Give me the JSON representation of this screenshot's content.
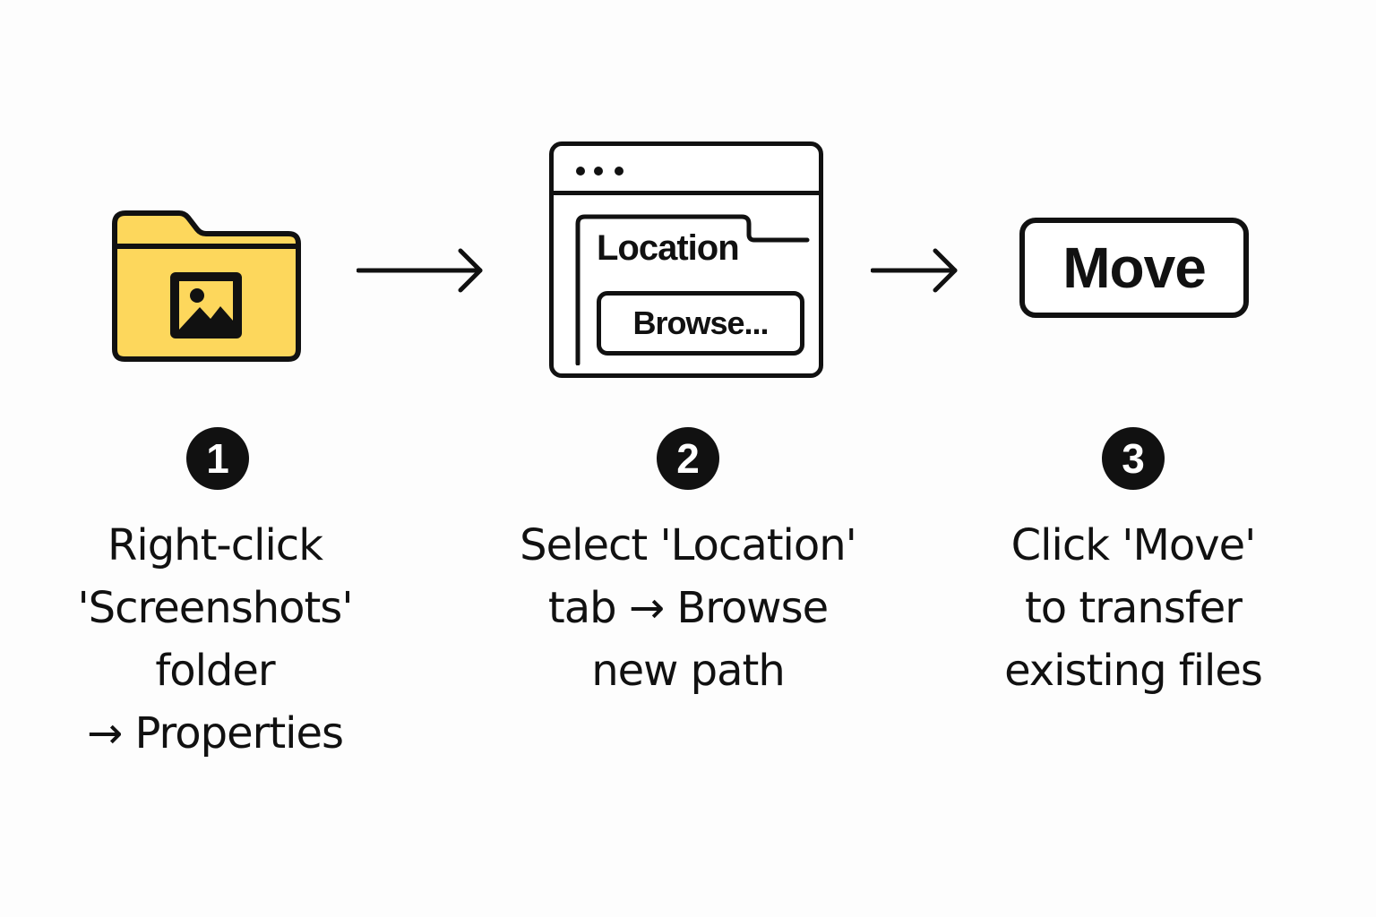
{
  "steps": [
    {
      "number": "1",
      "icon": "image-folder-icon",
      "caption_lines": [
        "Right-click",
        "'Screenshots'",
        "folder",
        "→ Properties"
      ]
    },
    {
      "number": "2",
      "icon": "properties-window-icon",
      "window": {
        "tab_label": "Location",
        "button_label": "Browse..."
      },
      "caption_lines": [
        "Select 'Location'",
        "tab → Browse",
        "new path"
      ]
    },
    {
      "number": "3",
      "icon": "move-button",
      "button_label": "Move",
      "caption_lines": [
        "Click 'Move'",
        "to transfer",
        "existing files"
      ]
    }
  ],
  "connectors": [
    "right-arrow-icon",
    "right-arrow-icon"
  ],
  "colors": {
    "folder_fill": "#FDD75C",
    "outline": "#111111",
    "background": "#FDFDFD"
  }
}
